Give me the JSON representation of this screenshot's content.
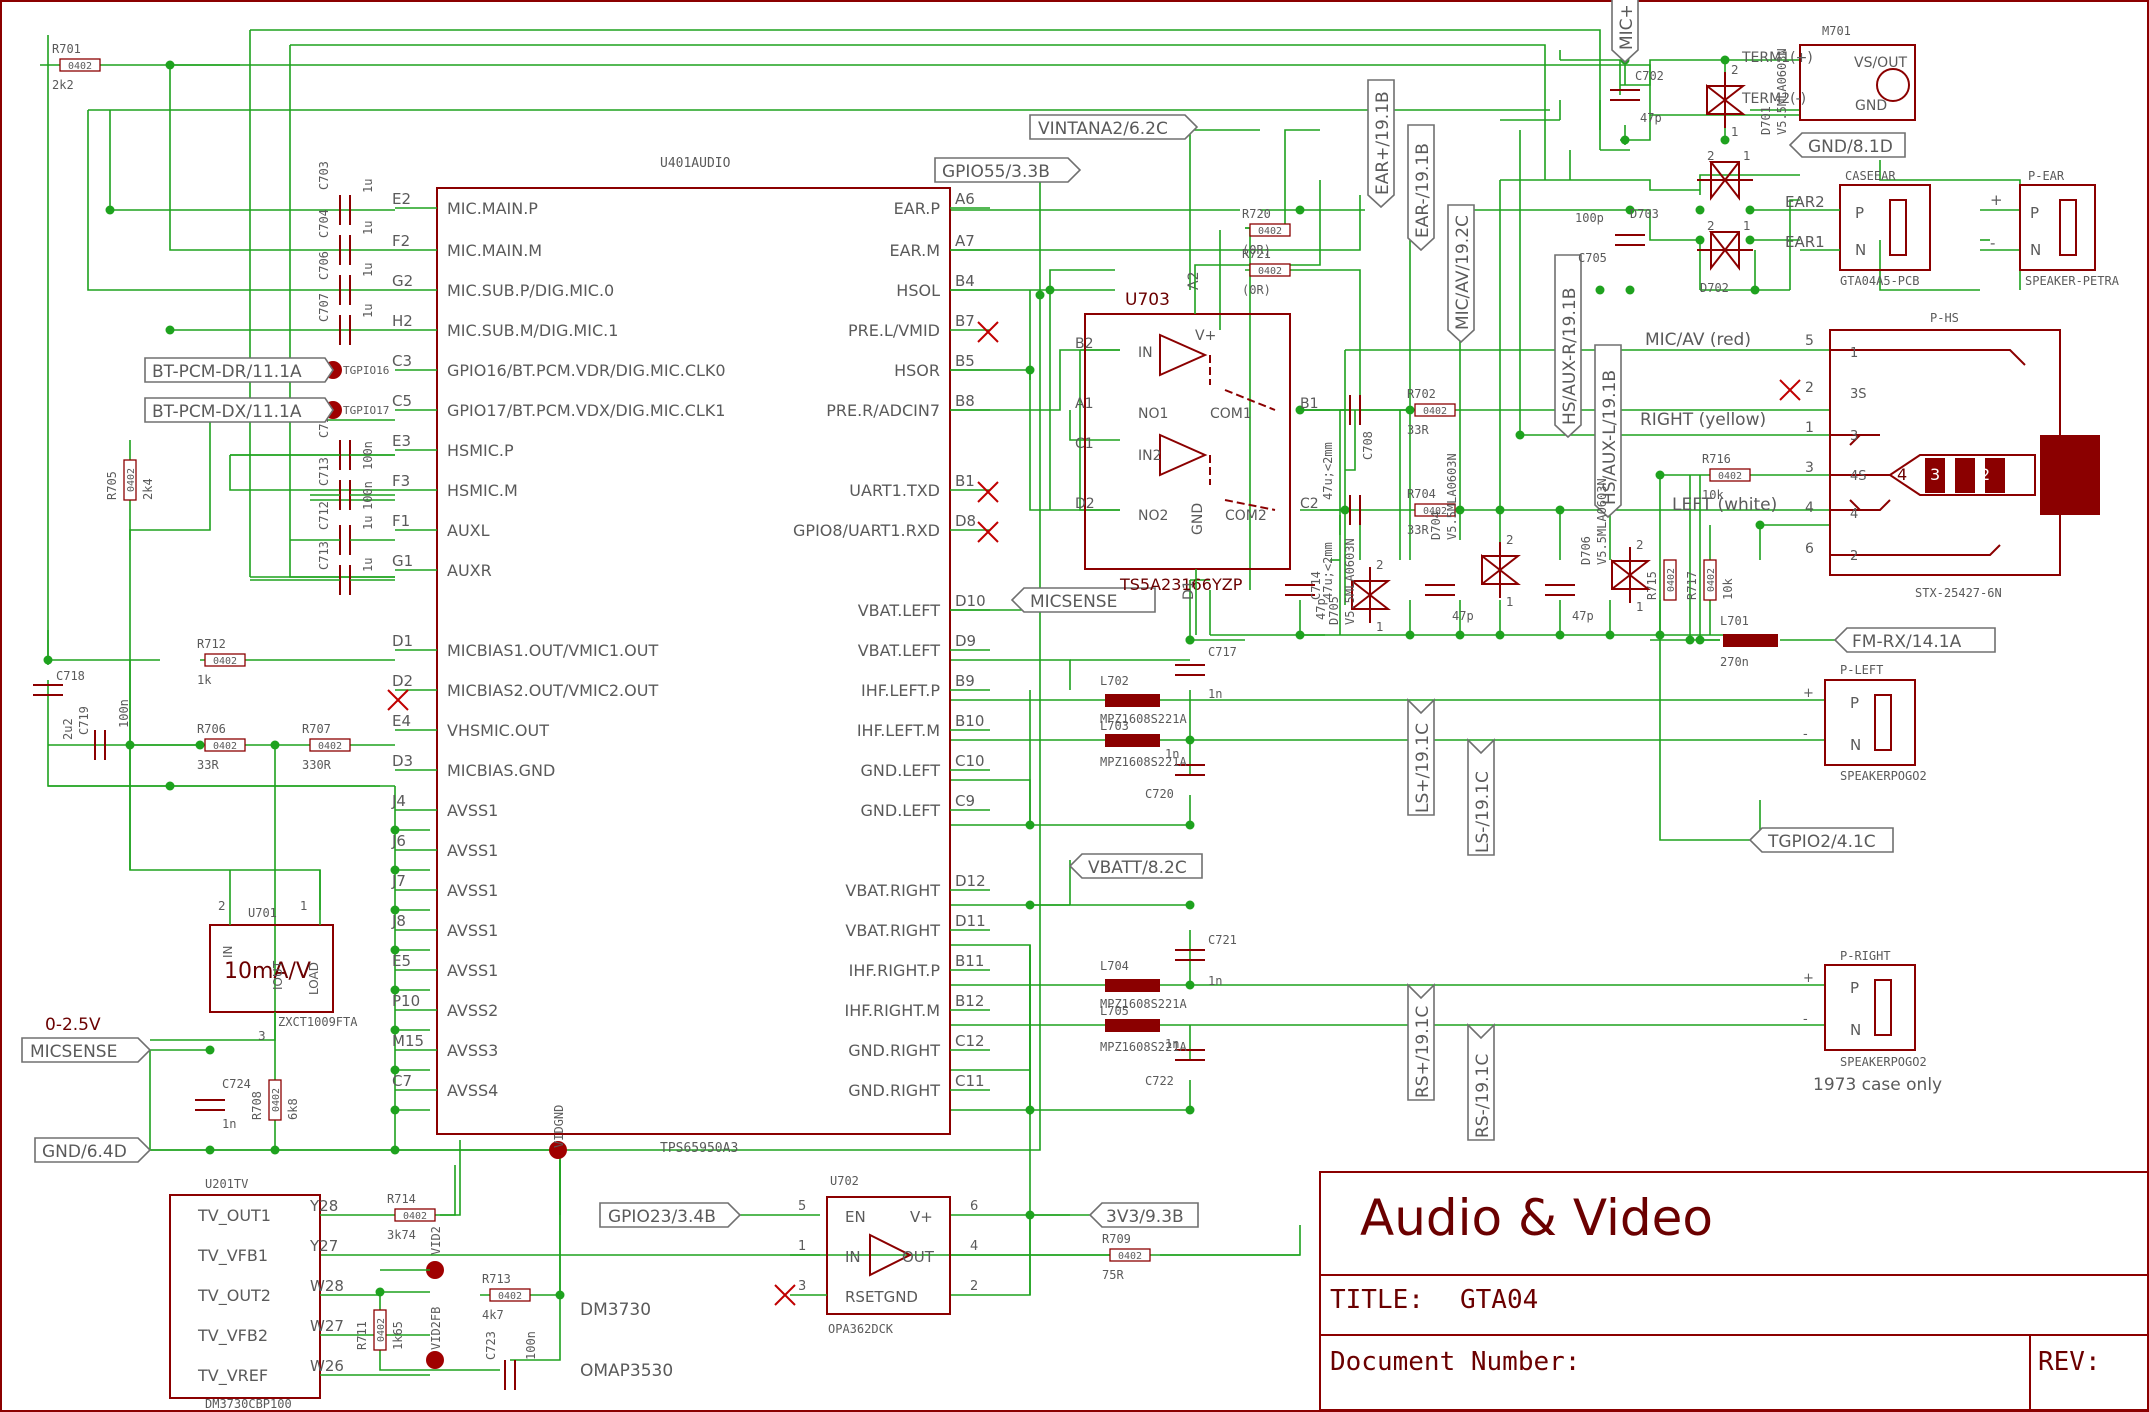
{
  "sheet": {
    "title_big": "Audio & Video",
    "title_label": "TITLE:",
    "title_value": "GTA04",
    "docnum_label": "Document Number:",
    "rev_label": "REV:"
  },
  "colors": {
    "wire": "#1ea21e",
    "part": "#8b0000",
    "text": "#5a5a5a",
    "frame": "#8b0000"
  },
  "u401": {
    "name": "U401AUDIO",
    "device": "TPS65950A3",
    "vidgnd": "VIDGND",
    "left_pins": [
      {
        "num": "E2",
        "name": "MIC.MAIN.P"
      },
      {
        "num": "F2",
        "name": "MIC.MAIN.M"
      },
      {
        "num": "G2",
        "name": "MIC.SUB.P/DIG.MIC.0"
      },
      {
        "num": "H2",
        "name": "MIC.SUB.M/DIG.MIC.1"
      },
      {
        "num": "C3",
        "name": "GPIO16/BT.PCM.VDR/DIG.MIC.CLK0"
      },
      {
        "num": "C5",
        "name": "GPIO17/BT.PCM.VDX/DIG.MIC.CLK1"
      },
      {
        "num": "E3",
        "name": "HSMIC.P"
      },
      {
        "num": "F3",
        "name": "HSMIC.M"
      },
      {
        "num": "F1",
        "name": "AUXL"
      },
      {
        "num": "G1",
        "name": "AUXR"
      },
      {
        "num": "D1",
        "name": "MICBIAS1.OUT/VMIC1.OUT"
      },
      {
        "num": "D2",
        "name": "MICBIAS2.OUT/VMIC2.OUT"
      },
      {
        "num": "E4",
        "name": "VHSMIC.OUT"
      },
      {
        "num": "D3",
        "name": "MICBIAS.GND"
      },
      {
        "num": "J4",
        "name": "AVSS1"
      },
      {
        "num": "J6",
        "name": "AVSS1"
      },
      {
        "num": "J7",
        "name": "AVSS1"
      },
      {
        "num": "J8",
        "name": "AVSS1"
      },
      {
        "num": "E5",
        "name": "AVSS1"
      },
      {
        "num": "P10",
        "name": "AVSS2"
      },
      {
        "num": "M15",
        "name": "AVSS3"
      },
      {
        "num": "C7",
        "name": "AVSS4"
      }
    ],
    "right_pins": [
      {
        "num": "A6",
        "name": "EAR.P"
      },
      {
        "num": "A7",
        "name": "EAR.M"
      },
      {
        "num": "B4",
        "name": "HSOL"
      },
      {
        "num": "B7",
        "name": "PRE.L/VMID"
      },
      {
        "num": "B5",
        "name": "HSOR"
      },
      {
        "num": "B8",
        "name": "PRE.R/ADCIN7"
      },
      {
        "num": "",
        "name": ""
      },
      {
        "num": "B1",
        "name": "UART1.TXD"
      },
      {
        "num": "D8",
        "name": "GPIO8/UART1.RXD"
      },
      {
        "num": "",
        "name": ""
      },
      {
        "num": "D10",
        "name": "VBAT.LEFT"
      },
      {
        "num": "D9",
        "name": "VBAT.LEFT"
      },
      {
        "num": "B9",
        "name": "IHF.LEFT.P"
      },
      {
        "num": "B10",
        "name": "IHF.LEFT.M"
      },
      {
        "num": "C10",
        "name": "GND.LEFT"
      },
      {
        "num": "C9",
        "name": "GND.LEFT"
      },
      {
        "num": "",
        "name": ""
      },
      {
        "num": "D12",
        "name": "VBAT.RIGHT"
      },
      {
        "num": "D11",
        "name": "VBAT.RIGHT"
      },
      {
        "num": "B11",
        "name": "IHF.RIGHT.P"
      },
      {
        "num": "B12",
        "name": "IHF.RIGHT.M"
      },
      {
        "num": "C12",
        "name": "GND.RIGHT"
      },
      {
        "num": "C11",
        "name": "GND.RIGHT"
      }
    ]
  },
  "u703": {
    "name": "U703",
    "device": "TS5A23166YZP",
    "pins": {
      "a2": "A2",
      "b2": "B2",
      "a1": "A1",
      "c1": "C1",
      "d2": "D2",
      "b1": "B1",
      "c2": "C2",
      "d1": "D1"
    },
    "labels": {
      "in": "IN",
      "v": "V+",
      "no1": "NO1",
      "com1": "COM1",
      "in2": "IN2",
      "no2": "NO2",
      "gnd": "GND",
      "com2": "COM2"
    }
  },
  "u701": {
    "name": "U701",
    "device": "ZXCT1009FTA",
    "text": "10mA/V",
    "lbl_in": "IN",
    "lbl_iout": "IOUT",
    "lbl_load": "LOAD",
    "p1": "1",
    "p2": "2",
    "p3": "3"
  },
  "u702": {
    "name": "U702",
    "device": "OPA362DCK",
    "lbl_en": "EN",
    "lbl_vp": "V+",
    "lbl_in": "IN",
    "lbl_out": "OUT",
    "lbl_rsetgnd": "RSETGND",
    "p5": "5",
    "p1": "1",
    "p3": "3",
    "p6": "6",
    "p4": "4",
    "p2": "2"
  },
  "u201": {
    "name": "U201TV",
    "device": "DM3730CBP100",
    "pins": [
      {
        "name": "TV_OUT1",
        "num": "Y28"
      },
      {
        "name": "TV_VFB1",
        "num": "Y27"
      },
      {
        "name": "TV_OUT2",
        "num": "W28"
      },
      {
        "name": "TV_VFB2",
        "num": "W27"
      },
      {
        "name": "TV_VREF",
        "num": "W26"
      }
    ]
  },
  "m701": {
    "name": "M701",
    "vsout": "VS/OUT",
    "gnd": "GND",
    "term1": "TERM1(+)",
    "term2": "TERM2(-)"
  },
  "caseear": {
    "name": "CASEEAR",
    "device": "GTA04A5-PCB",
    "p": "P",
    "n": "N",
    "ear2": "EAR2",
    "ear1": "EAR1"
  },
  "pear": {
    "name": "P-EAR",
    "device": "SPEAKER-PETRA",
    "p": "P",
    "n": "N",
    "plus": "+",
    "minus": "-"
  },
  "phs": {
    "name": "P-HS",
    "device": "STX-25427-6N",
    "labels": {
      "micav": "MIC/AV (red)",
      "right": "RIGHT (yellow)",
      "left": "LEFT (white)"
    },
    "pins": {
      "p5": "5",
      "p2": "2",
      "p1": "1",
      "p3": "3",
      "p4": "4",
      "p6": "6"
    },
    "inner": {
      "i1": "1",
      "i3s": "3S",
      "i3": "3",
      "i4s": "4S",
      "i4": "4",
      "i2": "2"
    },
    "rings": {
      "r4": "4",
      "r3": "3",
      "r2": "2",
      "r1": "1"
    }
  },
  "pleft": {
    "name": "P-LEFT",
    "device": "SPEAKERPOGO2",
    "p": "P",
    "n": "N",
    "plus": "+",
    "minus": "-"
  },
  "pright": {
    "name": "P-RIGHT",
    "device": "SPEAKERPOGO2",
    "p": "P",
    "n": "N",
    "plus": "+",
    "minus": "-",
    "note": "1973 case only"
  },
  "flags": {
    "mic_plus": "MIC+",
    "gnd81d": "GND/8.1D",
    "vintana": "VINTANA2/6.2C",
    "gpio55": "GPIO55/3.3B",
    "earp": "EAR+/19.1B",
    "earm": "EAR-/19.1B",
    "micav": "MIC/AV/19.2C",
    "hsauxr": "HS/AUX-R/19.1B",
    "hsauxl": "HS/AUX-L/19.1B",
    "btdr": "BT-PCM-DR/11.1A",
    "btdx": "BT-PCM-DX/11.1A",
    "micsense1": "MICSENSE",
    "fmrx": "FM-RX/14.1A",
    "lsp": "LS+/19.1C",
    "lsm": "LS-/19.1C",
    "tgpio2": "TGPIO2/4.1C",
    "vbatt": "VBATT/8.2C",
    "rsp": "RS+/19.1C",
    "rsm": "RS-/19.1C",
    "micsense2": "MICSENSE",
    "gnd64d": "GND/6.4D",
    "gpio23": "GPIO23/3.4B",
    "v3v3": "3V3/9.3B",
    "range": "0-2.5V",
    "tgpio16": "TGPIO16",
    "tgpio17": "TGPIO17",
    "vid2": "VID2",
    "vid2fb": "VID2FB",
    "dm3730": "DM3730",
    "omap3530": "OMAP3530"
  },
  "res": {
    "r701": {
      "name": "R701",
      "pkg": "0402",
      "val": "2k2"
    },
    "r705": {
      "name": "R705",
      "pkg": "0402",
      "val": "2k4"
    },
    "r712": {
      "name": "R712",
      "pkg": "0402",
      "val": "1k"
    },
    "r706": {
      "name": "R706",
      "pkg": "0402",
      "val": "33R"
    },
    "r707": {
      "name": "R707",
      "pkg": "0402",
      "val": "330R"
    },
    "r708": {
      "name": "R708",
      "pkg": "0402",
      "val": "6k8"
    },
    "r714": {
      "name": "R714",
      "pkg": "0402",
      "val": "3k74"
    },
    "r713": {
      "name": "R713",
      "pkg": "0402",
      "val": "4k7"
    },
    "r711": {
      "name": "R711",
      "pkg": "0402",
      "val": "1k65"
    },
    "r709": {
      "name": "R709",
      "pkg": "0402",
      "val": "75R"
    },
    "r720": {
      "name": "R720",
      "pkg": "0402",
      "val": "(0R)"
    },
    "r721": {
      "name": "R721",
      "pkg": "0402",
      "val": "(0R)"
    },
    "r702": {
      "name": "R702",
      "pkg": "0402",
      "val": "33R"
    },
    "r704": {
      "name": "R704",
      "pkg": "0402",
      "val": "33R"
    },
    "r716": {
      "name": "R716",
      "pkg": "0402",
      "val": "10k"
    },
    "r717": {
      "name": "R717",
      "pkg": "0402",
      "val": "10k"
    },
    "r715": {
      "name": "R715",
      "pkg": "0402",
      "val": ""
    }
  },
  "caps": {
    "c703": {
      "name": "C703",
      "val": "1u"
    },
    "c704": {
      "name": "C704",
      "val": "1u"
    },
    "c706": {
      "name": "C706",
      "val": "1u"
    },
    "c707": {
      "name": "C707",
      "val": "1u"
    },
    "c710": {
      "name": "C710",
      "val": "100n"
    },
    "c713": {
      "name": "C713",
      "val": "100n"
    },
    "c712": {
      "name": "C712",
      "val": "1u"
    },
    "c711b": {
      "name": "C713",
      "val": "1u"
    },
    "c718": {
      "name": "C718",
      "val": "2u2"
    },
    "c719": {
      "name": "C719",
      "val": "100n"
    },
    "c724": {
      "name": "C724",
      "val": "1n"
    },
    "c723": {
      "name": "C723",
      "val": "100n"
    },
    "c702": {
      "name": "C702",
      "val": "47p"
    },
    "c705": {
      "name": "C705",
      "val": "100p"
    },
    "c708": {
      "name": "C708",
      "val": "47u;<2mm"
    },
    "c709": {
      "name": "C709",
      "val": "47u;<2mm"
    },
    "c714": {
      "name": "C714",
      "val": "47p"
    },
    "c715": {
      "name": "C715",
      "val": "47p"
    },
    "c716": {
      "name": "C716",
      "val": "47p"
    },
    "c717": {
      "name": "C717",
      "val": "1n"
    },
    "c720": {
      "name": "C720",
      "val": "1n"
    },
    "c721": {
      "name": "C721",
      "val": "1n"
    },
    "c722": {
      "name": "C722",
      "val": "1n"
    }
  },
  "diodes": {
    "d701": {
      "name": "D701",
      "val": "V5.5MLA0603N"
    },
    "d703": {
      "name": "D703",
      "val": "V5.5MLA0603N"
    },
    "d702": {
      "name": "D702",
      "val": "V5.5MLA0603N"
    },
    "d705": {
      "name": "D705",
      "val": "V5.5MLA0603N"
    },
    "d704": {
      "name": "D704",
      "val": "V5.5MLA0603N"
    },
    "d706": {
      "name": "D706",
      "val": "V5.5MLA0603N"
    }
  },
  "inductors": {
    "l702": {
      "name": "L702",
      "val": "MPZ1608S221A"
    },
    "l703": {
      "name": "L703",
      "val": "MPZ1608S221A"
    },
    "l704": {
      "name": "L704",
      "val": "MPZ1608S221A"
    },
    "l705": {
      "name": "L705",
      "val": "MPZ1608S221A"
    },
    "l701": {
      "name": "L701",
      "val": "270n"
    }
  },
  "pinnums": {
    "one": "1",
    "two": "2"
  }
}
